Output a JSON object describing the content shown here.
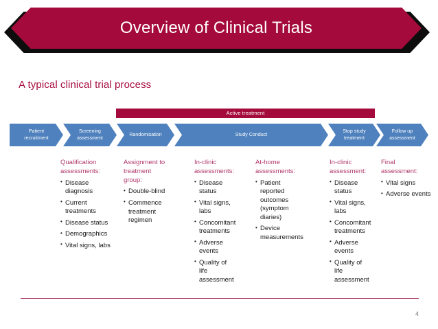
{
  "slide": {
    "title": "Overview of Clinical Trials",
    "subtitle": "A typical clinical trial process",
    "page_number": "4",
    "colors": {
      "banner": "#a50a3c",
      "banner_shadow": "#0d0d0d",
      "chevron": "#4e81bd",
      "active_bar": "#a50a3c",
      "heading_text": "#b0366a",
      "body_text": "#1a1a1a",
      "footer_rule": "#a84470",
      "title_text": "#ffffff"
    }
  },
  "process": {
    "active_treatment_label": "Active treatment",
    "steps": [
      {
        "label": "Patient\nrecruitment",
        "shape": "head"
      },
      {
        "label": "Screening\nassessment",
        "shape": "mid"
      },
      {
        "label": "Randomisation",
        "shape": "mid"
      },
      {
        "label": "Study Conduct",
        "shape": "mid"
      },
      {
        "label": "Stop study\ntreatment",
        "shape": "mid"
      },
      {
        "label": "Follow up\nassessment",
        "shape": "mid"
      }
    ]
  },
  "columns": [
    {
      "heading": "Qualification\nassessments:",
      "items": [
        "Disease\ndiagnosis",
        "Current\ntreatments",
        "Disease status",
        "Demographics",
        "Vital signs, labs"
      ]
    },
    {
      "heading": "Assignment to\ntreatment\ngroup:",
      "items": [
        "Double-blind",
        "Commence\ntreatment\nregimen"
      ]
    },
    {
      "heading": "In-clinic\nassessments:",
      "items": [
        "Disease\nstatus",
        "Vital signs,\nlabs",
        "Concomitant\ntreatments",
        "Adverse\nevents",
        "Quality of\nlife\nassessment"
      ]
    },
    {
      "heading": "At-home\nassessments:",
      "items": [
        "Patient\nreported\noutcomes\n(symptom\ndiaries)",
        "Device\nmeasurements"
      ]
    },
    {
      "heading": "In-clinic\nassessment:",
      "items": [
        "Disease\nstatus",
        "Vital signs,\nlabs",
        "Concomitant\ntreatments",
        "Adverse\nevents",
        "Quality of\nlife\nassessment"
      ]
    },
    {
      "heading": "Final\nassessment:",
      "items": [
        "Vital signs",
        "Adverse events"
      ]
    }
  ]
}
